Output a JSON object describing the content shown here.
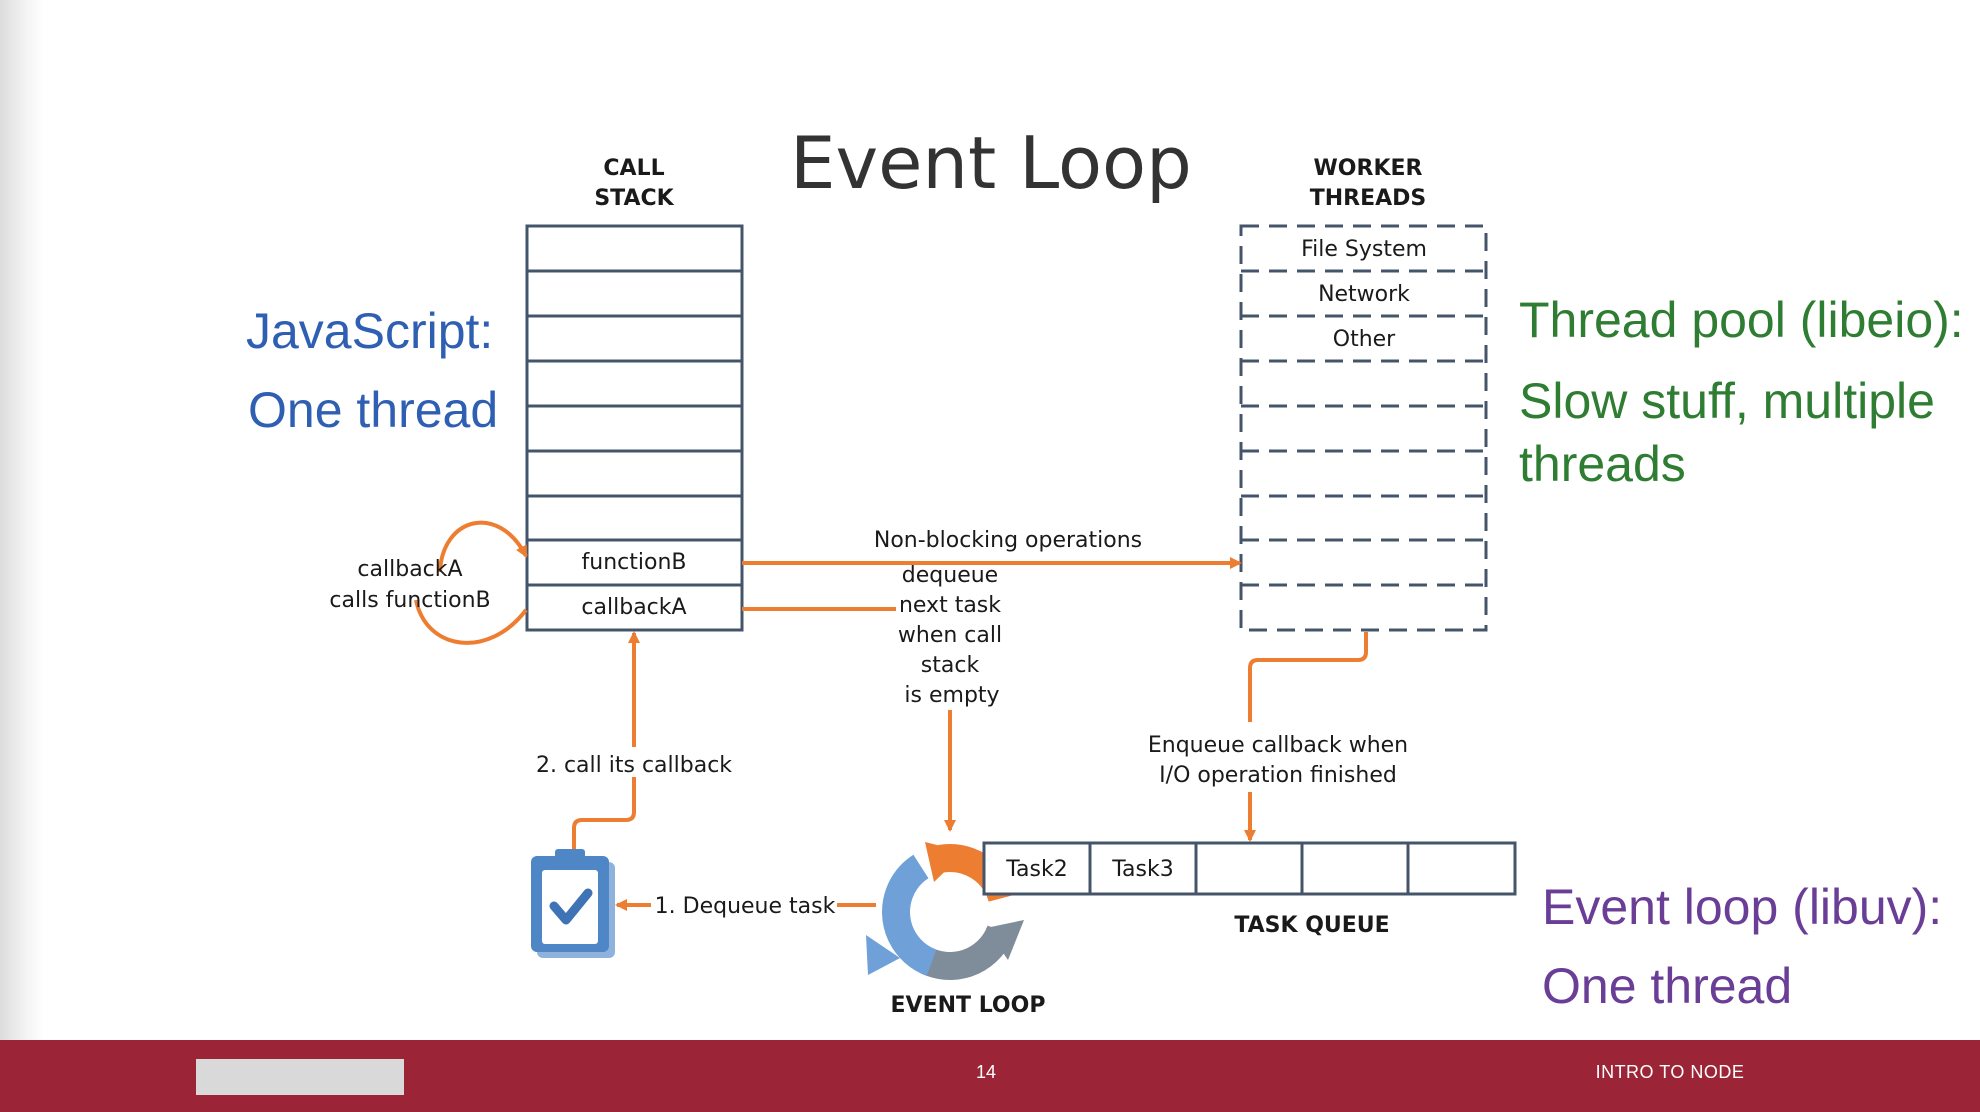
{
  "slide": {
    "title": "Event Loop",
    "left_notes": [
      "JavaScript:",
      "One thread"
    ],
    "right_top_notes": [
      "Thread pool (libeio):",
      "Slow stuff, multiple",
      "threads"
    ],
    "right_bottom_notes": [
      "Event loop (libuv):",
      "One thread"
    ]
  },
  "diagram": {
    "call_stack_title": [
      "CALL",
      "STACK"
    ],
    "call_stack_frames": [
      "functionB",
      "callbackA"
    ],
    "worker_threads_title": [
      "WORKER",
      "THREADS"
    ],
    "worker_threads": [
      "File System",
      "Network",
      "Other"
    ],
    "self_call_label": [
      "callbackA",
      "calls functionB"
    ],
    "non_blocking_label": "Non-blocking operations",
    "dequeue_label": [
      "dequeue",
      "next task",
      "when call",
      "stack",
      "is empty"
    ],
    "enqueue_label": [
      "Enqueue callback when",
      "I/O operation finished"
    ],
    "call_callback_label": "2. call its callback",
    "dequeue_task_label": "1. Dequeue task",
    "task_queue_items": [
      "Task2",
      "Task3",
      "",
      "",
      ""
    ],
    "task_queue_title": "TASK QUEUE",
    "event_loop_title": "EVENT LOOP"
  },
  "footer": {
    "page_number": "14",
    "course": "INTRO TO NODE"
  },
  "colors": {
    "arrow": "#ed7d31",
    "stack_border": "#44546a",
    "javascript_note": "#2f5fb3",
    "thread_pool_note": "#2e7d32",
    "event_loop_note": "#6a3d96",
    "footer_bar": "#9b2536"
  }
}
